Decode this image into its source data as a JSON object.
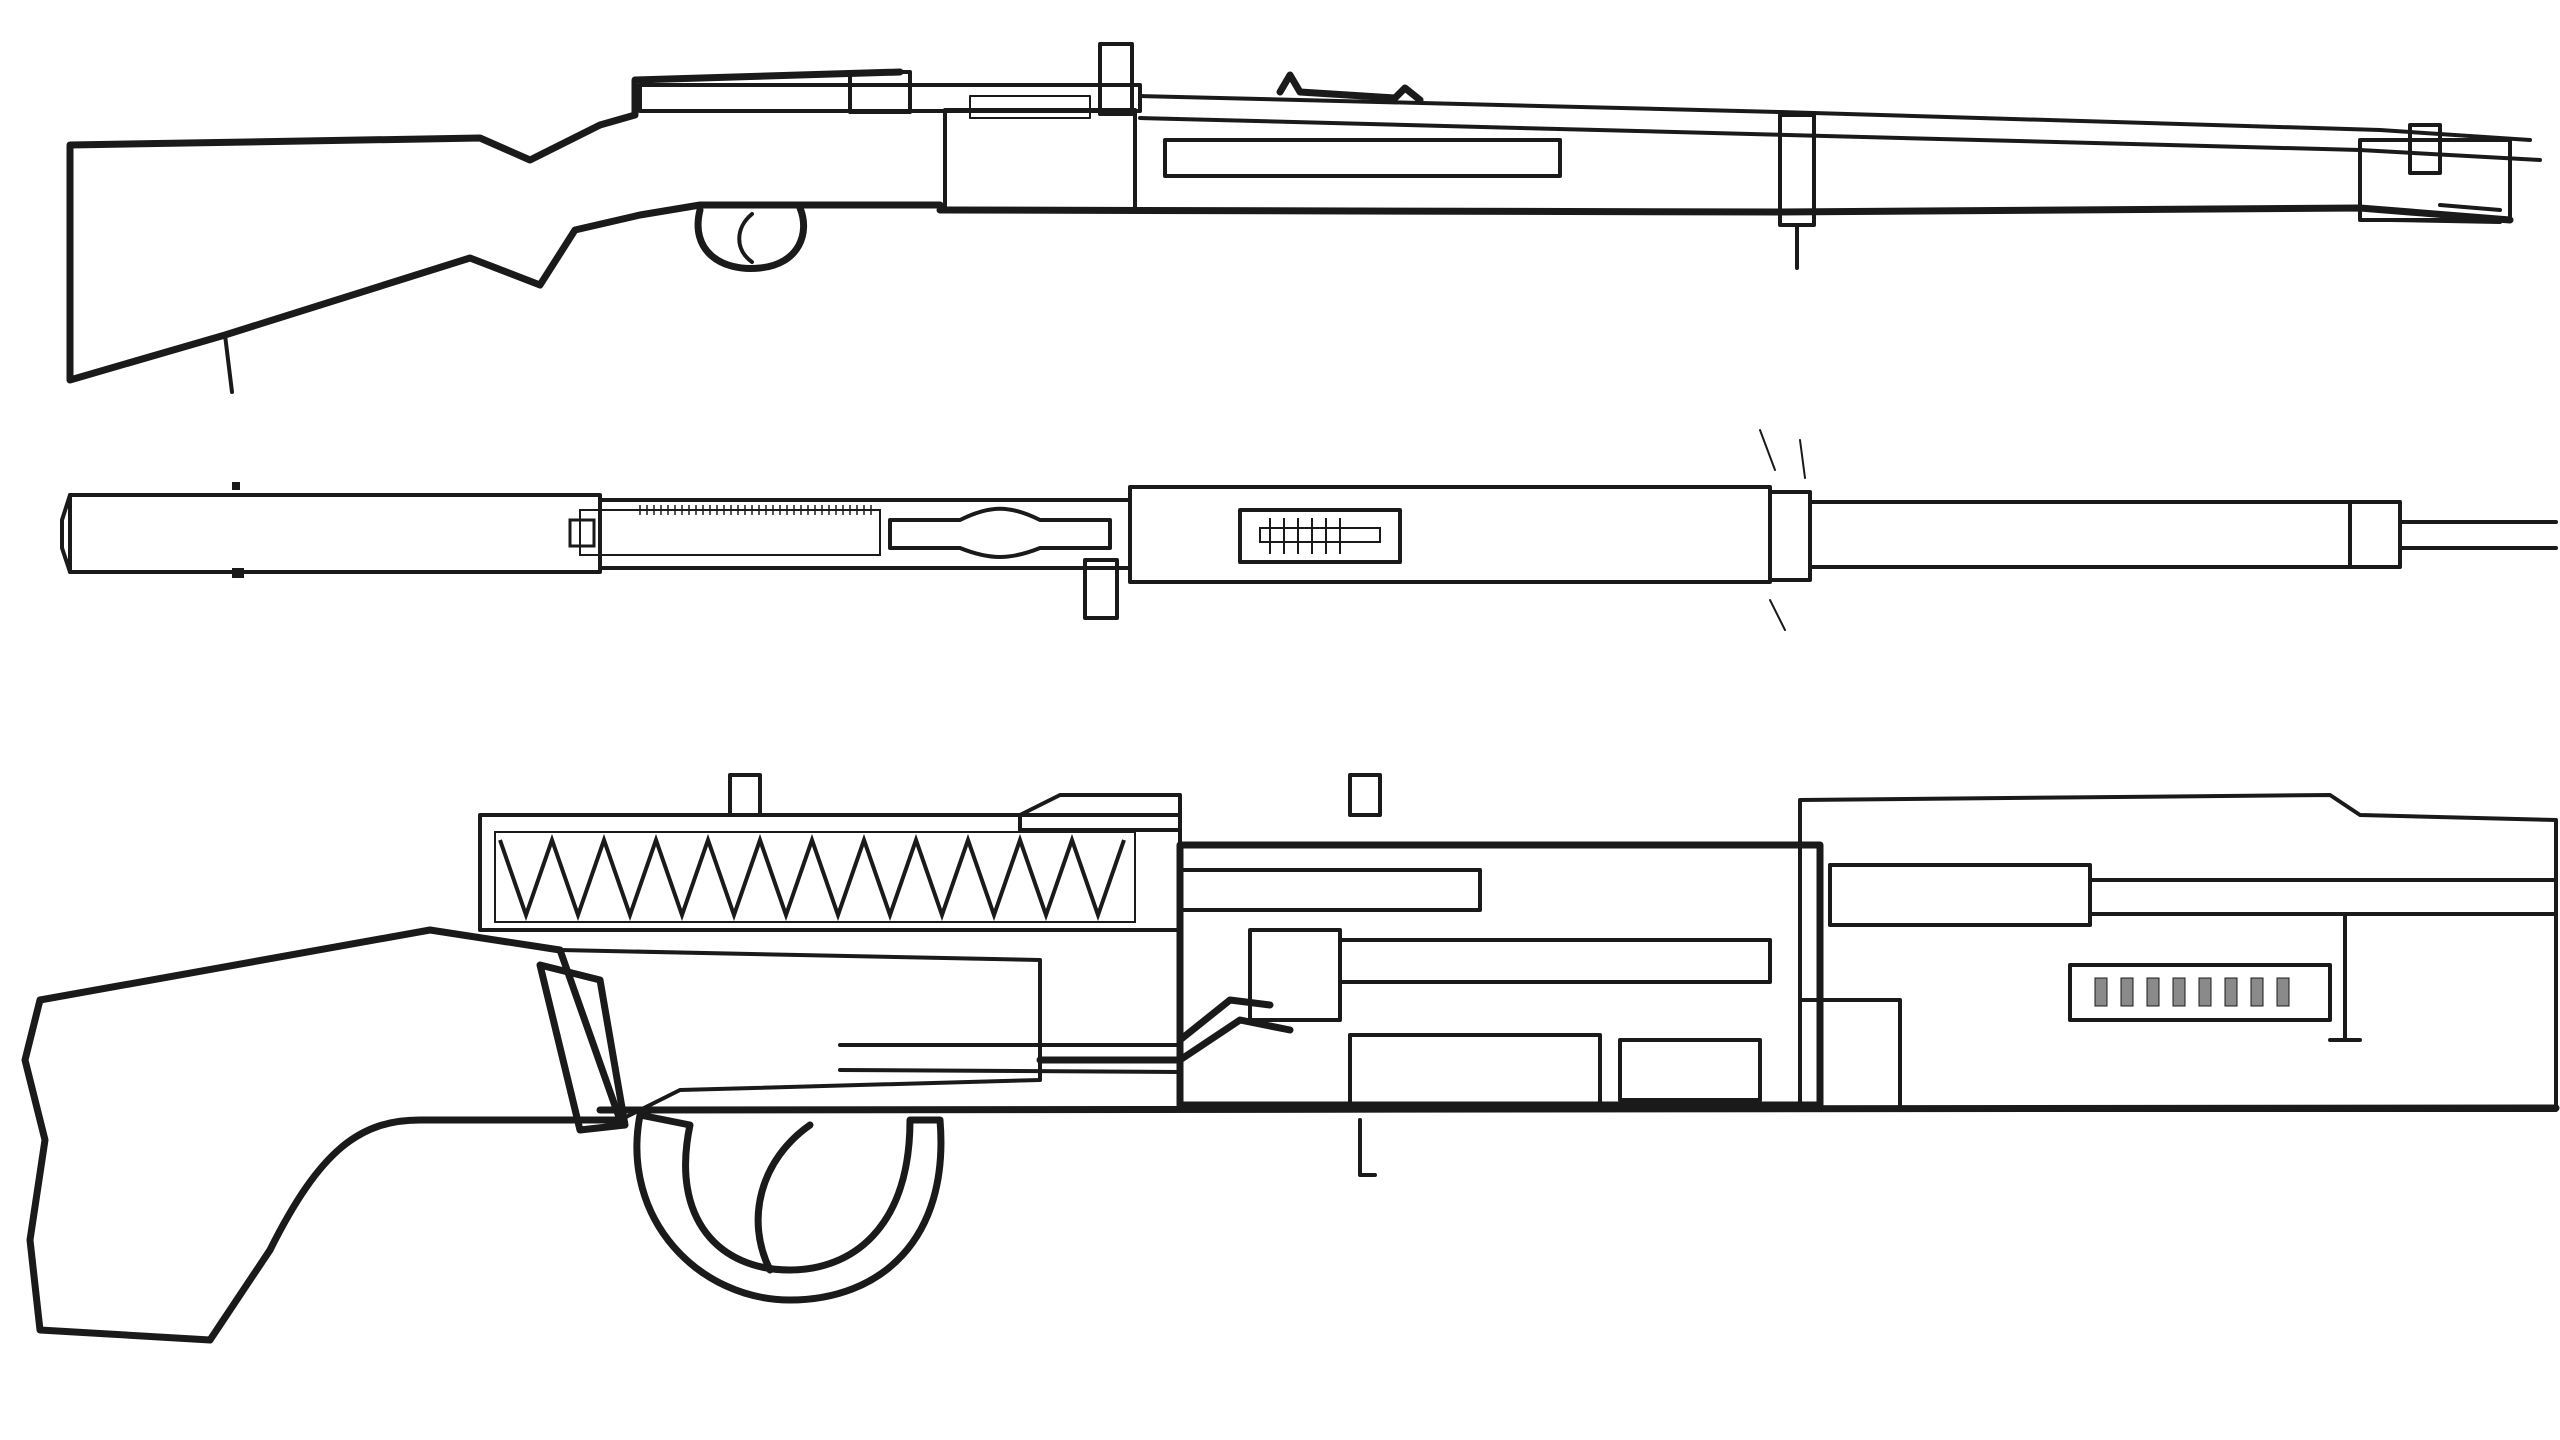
{
  "drawing": {
    "background": "#ffffff",
    "ink": "#1a1a1a",
    "shade_light": "#d9d9d9",
    "shade_mid": "#b3b3b3",
    "shade_dark": "#8a8a8a",
    "views": [
      {
        "id": "side-elevation"
      },
      {
        "id": "top-plan"
      },
      {
        "id": "cutaway-section"
      }
    ]
  }
}
